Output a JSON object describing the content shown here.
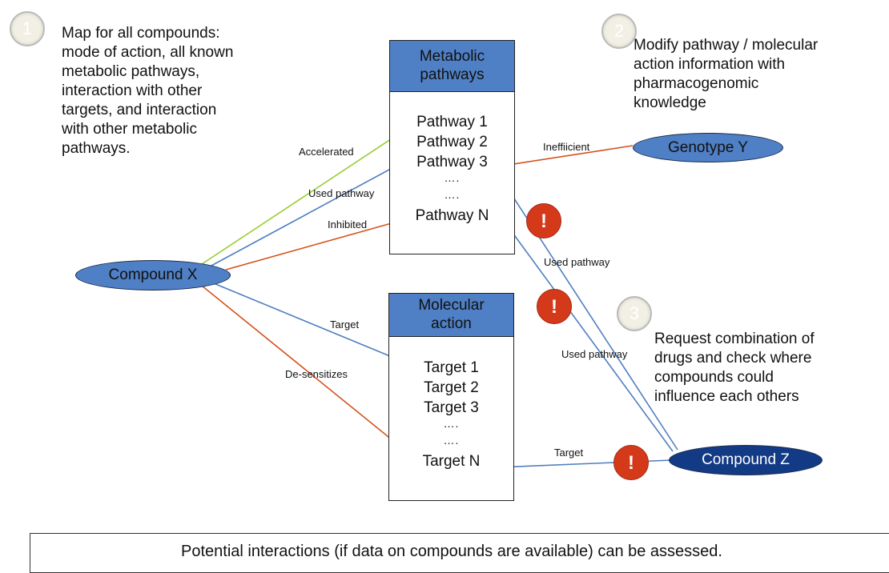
{
  "steps": [
    {
      "number": "1",
      "text": "Map for all compounds:\nmode of action, all known\nmetabolic pathways,\ninteraction with other\ntargets, and interaction\nwith other metabolic\npathways."
    },
    {
      "number": "2",
      "text": "Modify pathway / molecular\naction information with\npharmacogenomic\nknowledge"
    },
    {
      "number": "3",
      "text": "Request combination of\ndrugs and check where\ncompounds could\ninfluence each others"
    }
  ],
  "metabolic_box": {
    "title": "Metabolic\npathways",
    "items": [
      "Pathway 1",
      "Pathway 2",
      "Pathway 3",
      "….",
      "….",
      "Pathway N"
    ]
  },
  "molecular_box": {
    "title": "Molecular\naction",
    "items": [
      "Target 1",
      "Target 2",
      "Target 3",
      "….",
      "….",
      "Target N"
    ]
  },
  "nodes": {
    "compound_x": "Compound X",
    "compound_z": "Compound Z",
    "genotype_y": "Genotype Y"
  },
  "edge_labels": {
    "accelerated": "Accelerated",
    "used_pathway_x": "Used pathway",
    "inhibited": "Inhibited",
    "target_x": "Target",
    "desensitizes": "De-sensitizes",
    "inefficient": "Ineffiicient",
    "used_pathway_z1": "Used pathway",
    "used_pathway_z2": "Used pathway",
    "target_z": "Target"
  },
  "alerts": [
    "!",
    "!",
    "!"
  ],
  "footer": "Potential interactions (if data on compounds are available) can be assessed.",
  "colors": {
    "green_edge": "#9acd32",
    "blue_edge": "#4f7fbf",
    "red_edge": "#d4521c",
    "header_fill": "#4f7fc4",
    "compound_z_fill": "#123a85",
    "alert_fill": "#d43a1a"
  }
}
